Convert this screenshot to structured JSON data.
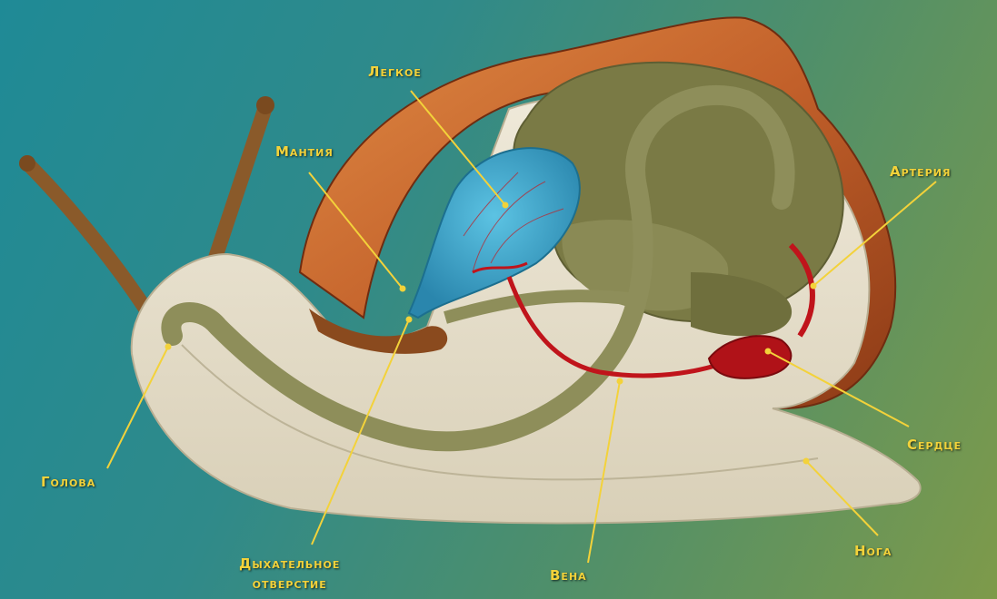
{
  "labels": {
    "lung": "Легкое",
    "mantle": "Мантия",
    "artery": "Артерия",
    "heart": "Сердце",
    "head": "Голова",
    "foot": "Нога",
    "vein": "Вена",
    "breathing_hole_line1": "Дыхательное",
    "breathing_hole_line2": "отверстие"
  },
  "colors": {
    "label": "#f3d23a",
    "shell": "#c8642a",
    "body": "#e8e1cf",
    "organs": "#7a7a45",
    "lung": "#3aa3c8",
    "blood_vessels": "#c0141b"
  }
}
